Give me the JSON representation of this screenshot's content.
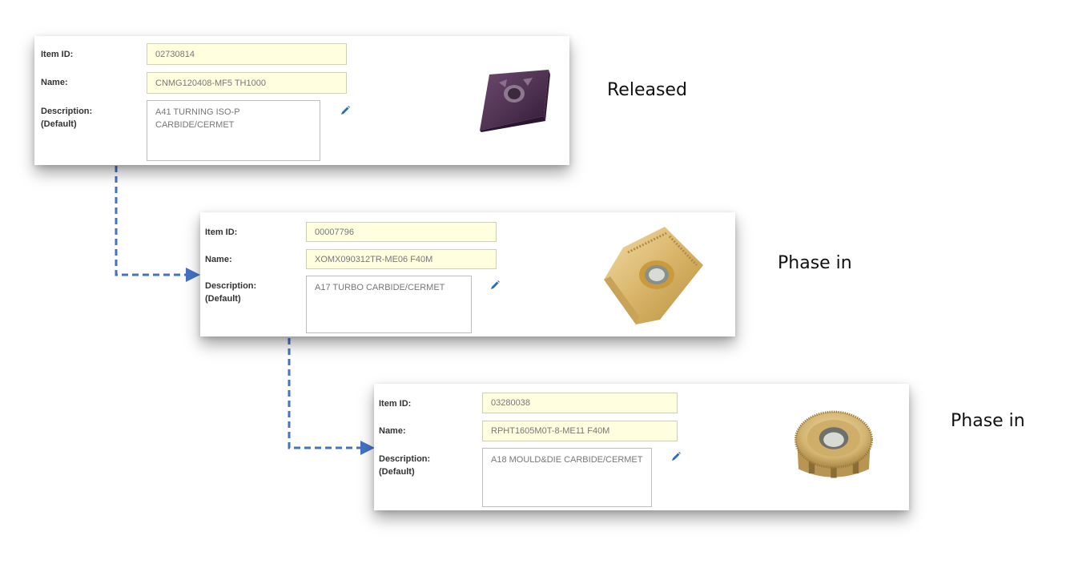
{
  "items": [
    {
      "labels": {
        "item_id": "Item ID:",
        "name": "Name:",
        "description": "Description:",
        "description_sub": "(Default)"
      },
      "item_id": "02730814",
      "name": "CNMG120408-MF5 TH1000",
      "description": "A41 TURNING ISO-P\nCARBIDE/CERMET",
      "status": "Released",
      "image_icon": "purple-rhombic-turning-insert"
    },
    {
      "labels": {
        "item_id": "Item ID:",
        "name": "Name:",
        "description": "Description:",
        "description_sub": "(Default)"
      },
      "item_id": "00007796",
      "name": "XOMX090312TR-ME06 F40M",
      "description": "A17 TURBO CARBIDE/CERMET",
      "status": "Phase in",
      "image_icon": "gold-rectangular-milling-insert"
    },
    {
      "labels": {
        "item_id": "Item ID:",
        "name": "Name:",
        "description": "Description:",
        "description_sub": "(Default)"
      },
      "item_id": "03280038",
      "name": "RPHT1605M0T-8-ME11 F40M",
      "description": "A18 MOULD&DIE CARBIDE/CERMET",
      "status": "Phase in",
      "image_icon": "gold-round-milling-insert"
    }
  ],
  "colors": {
    "field_bg": "#ffffdf",
    "connector": "#4472c4",
    "edit_icon": "#2f6db3"
  }
}
